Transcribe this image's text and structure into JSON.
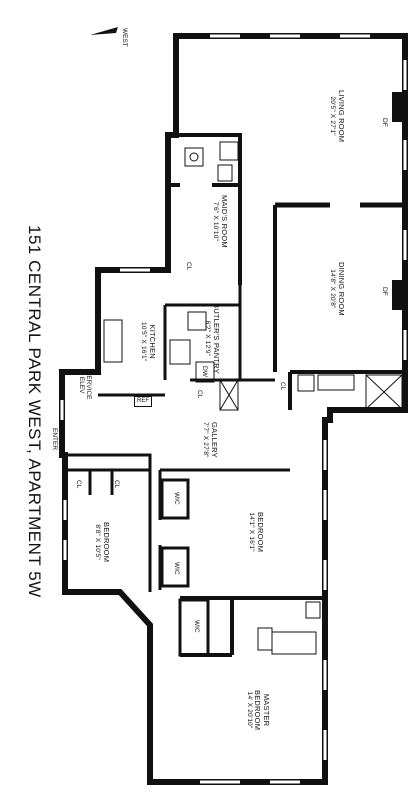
{
  "title": "151 CENTRAL PARK WEST, APARTMENT 5W",
  "compass": "WEST",
  "rooms": {
    "living": {
      "name": "LIVING ROOM",
      "dim": "20'5\" X 27'1\""
    },
    "dining": {
      "name": "DINING ROOM",
      "dim": "14'8\" X 20'8\""
    },
    "maids": {
      "name": "MAID'S ROOM",
      "dim": "7'6\" X 10'10\""
    },
    "butlers": {
      "name": "BUTLER'S PANTRY",
      "dim": "6'2\" X 12'9\""
    },
    "kitchen": {
      "name": "KITCHEN",
      "dim": "10'5\" X 16'1\""
    },
    "gallery": {
      "name": "GALLERY",
      "dim": "7'7\" X 27'8\""
    },
    "bedroom1": {
      "name": "BEDROOM",
      "dim": "14'1\" X 16'1\""
    },
    "bedroom2": {
      "name": "BEDROOM",
      "dim": "8'8\" X 10'5\""
    },
    "master": {
      "name": "MASTER",
      "name2": "BEDROOM",
      "dim": "14' X 20'10\""
    }
  },
  "labels": {
    "service": "SERVICE",
    "elev": "ELEV",
    "enter": "ENTER",
    "df": "DF",
    "cl": "CL",
    "wic": "WIC",
    "ref": "REF",
    "dw": "DW"
  }
}
